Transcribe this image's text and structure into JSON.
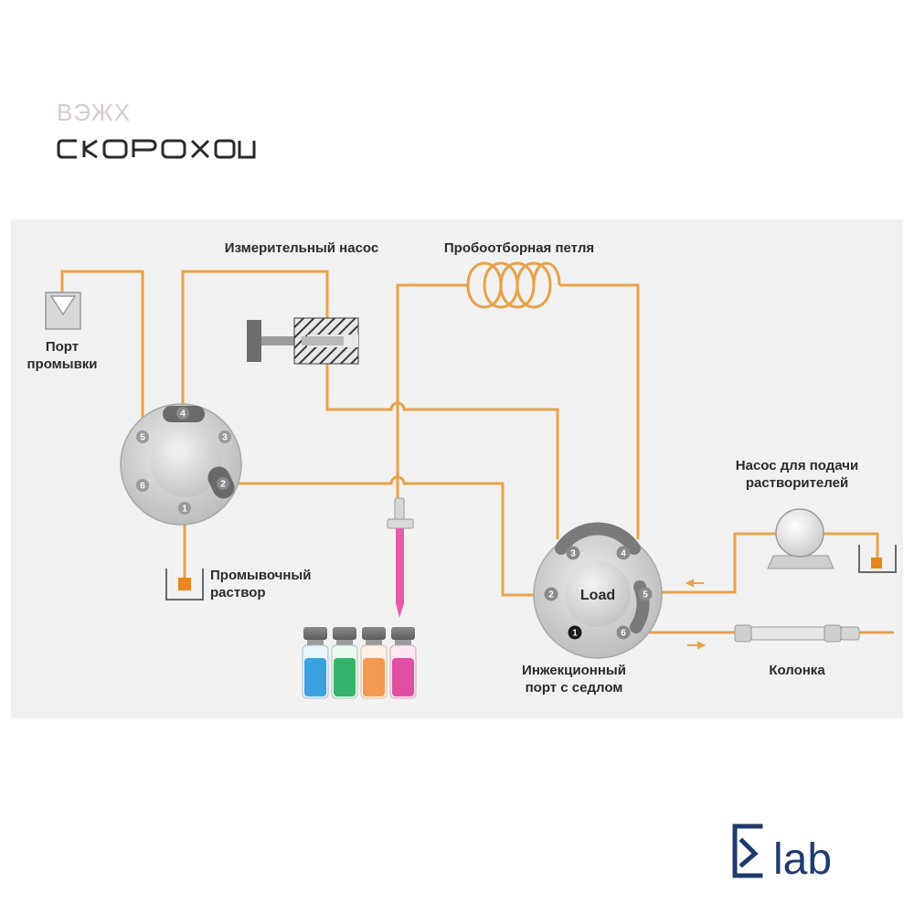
{
  "header": {
    "top_label": "ВЭЖХ",
    "brand_name": "СКОРОХОД"
  },
  "footer": {
    "logo_text": "lab"
  },
  "labels": {
    "metering_pump": "Измерительный насос",
    "sample_loop": "Пробоотборная петля",
    "wash_port_line1": "Порт",
    "wash_port_line2": "промывки",
    "wash_solution_line1": "Промывочный",
    "wash_solution_line2": "раствор",
    "solvent_pump_line1": "Насос для подачи",
    "solvent_pump_line2": "растворителей",
    "injection_port_line1": "Инжекционный",
    "injection_port_line2": "порт с седлом",
    "column": "Колонка",
    "load": "Load"
  },
  "left_valve_ports": [
    "1",
    "2",
    "3",
    "4",
    "5",
    "6"
  ],
  "right_valve_ports": [
    "1",
    "2",
    "3",
    "4",
    "5",
    "6"
  ],
  "colors": {
    "tubing": "#e8a24a",
    "panel": "#f1f1f1",
    "brand": "#1f3a6e",
    "needle": "#e85aa6",
    "vial_blue": "#3aa0e0",
    "vial_green": "#36b36a",
    "vial_orange": "#f39a52",
    "vial_pink": "#e04fa0"
  }
}
